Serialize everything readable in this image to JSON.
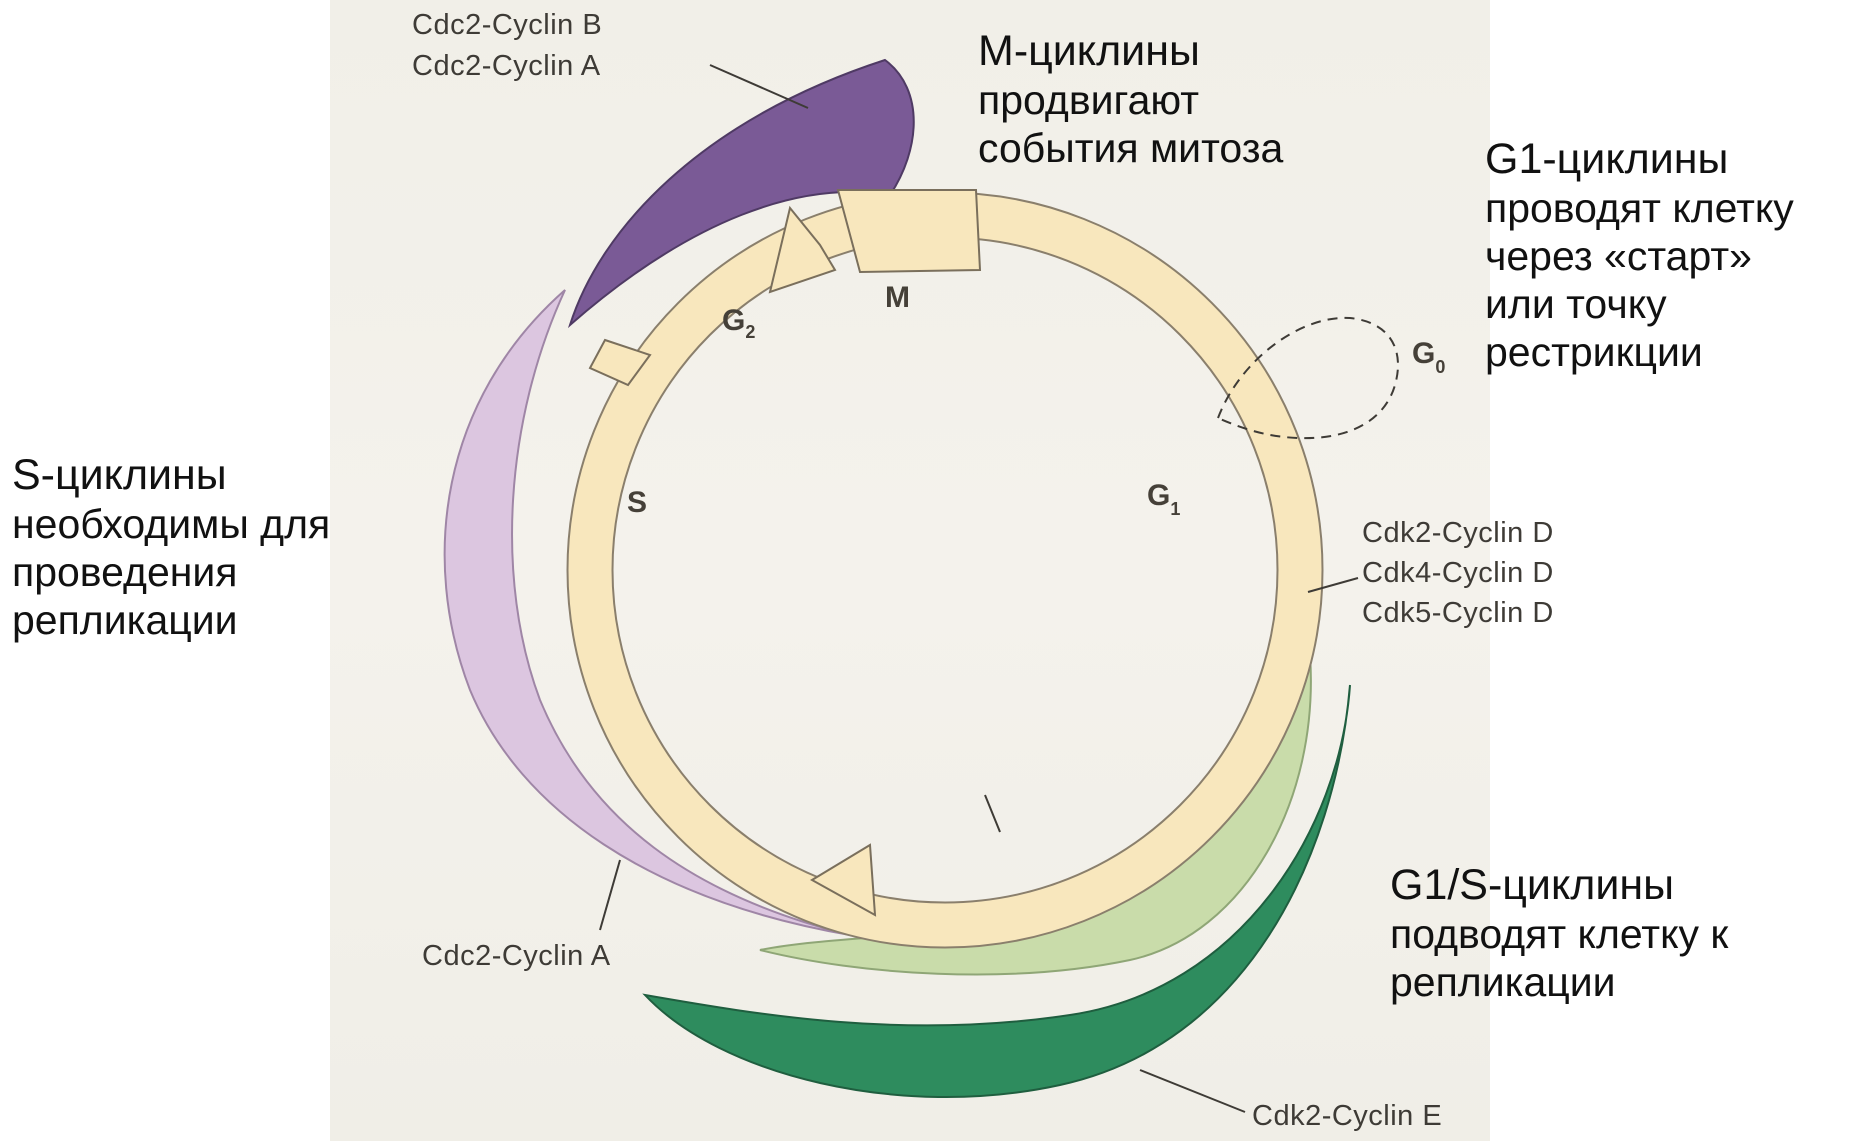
{
  "colors": {
    "ring": "#f8e7bd",
    "ring_stroke": "#8a7f6c",
    "m_cyclin": "#7a5a96",
    "s_cyclin": "#dcc6e0",
    "g1_cyclin_light": "#c9dcaa",
    "g1s_cyclin": "#2e8c5e"
  },
  "phases": {
    "m": "M",
    "g2_main": "G",
    "g2_sub": "2",
    "s": "S",
    "g1_main": "G",
    "g1_sub": "1",
    "g0_main": "G",
    "g0_sub": "0"
  },
  "complexes": {
    "cdc2_cyclin_b": "Cdc2-Cyclin B",
    "cdc2_cyclin_a_top": "Cdc2-Cyclin A",
    "cdc2_cyclin_a_bottom": "Cdc2-Cyclin A",
    "cdk2_cyclin_d": "Cdk2-Cyclin D",
    "cdk4_cyclin_d": "Cdk4-Cyclin D",
    "cdk5_cyclin_d": "Cdk5-Cyclin D",
    "cdk2_cyclin_e": "Cdk2-Cyclin E"
  },
  "notes": {
    "m": {
      "head": "М-циклины",
      "lines": [
        "продвигают",
        "события митоза"
      ]
    },
    "g1": {
      "head": "G1-циклины",
      "lines": [
        "проводят клетку",
        "через «старт»",
        "или точку",
        "рестрикции"
      ]
    },
    "s": {
      "head": "S-циклины",
      "lines": [
        "необходимы для",
        "проведения",
        "репликации"
      ]
    },
    "g1s": {
      "head": "G1/S-циклины",
      "lines": [
        "подводят клетку к",
        "репликации"
      ]
    }
  }
}
